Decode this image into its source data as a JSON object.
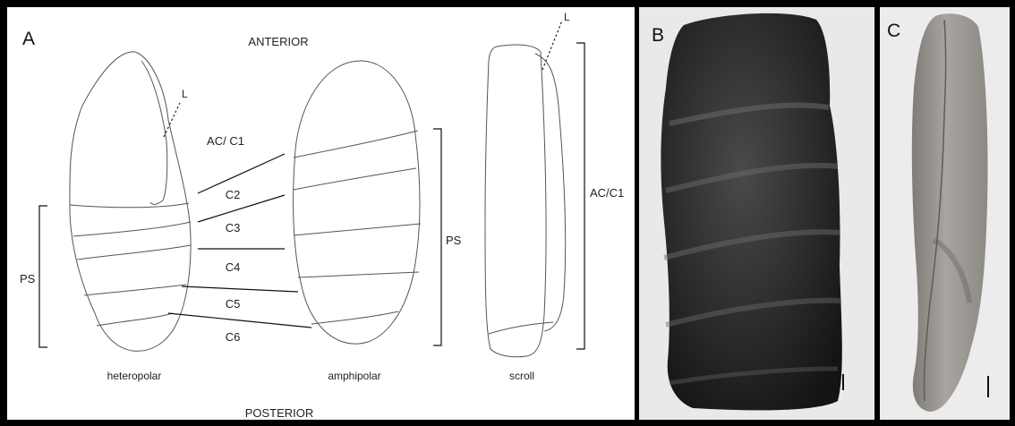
{
  "panels": {
    "a": {
      "letter": "A",
      "top_label": "ANTERIOR",
      "bottom_label": "POSTERIOR",
      "coil_labels": [
        "AC/ C1",
        "C2",
        "C3",
        "C4",
        "C5",
        "C6"
      ],
      "ps_left": "PS",
      "ps_right": "PS",
      "ac_c1_right": "AC/C1",
      "l_left": "L",
      "l_right": "L",
      "shape_labels": {
        "heteropolar": "heteropolar",
        "amphipolar": "amphipolar",
        "scroll": "scroll"
      }
    },
    "b": {
      "letter": "B"
    },
    "c": {
      "letter": "C"
    }
  },
  "colors": {
    "background": "#000000",
    "drawing_bg": "#ffffff",
    "line": "#555555",
    "specimen_b": "#2b2b2b",
    "specimen_c": "#9b9893"
  }
}
